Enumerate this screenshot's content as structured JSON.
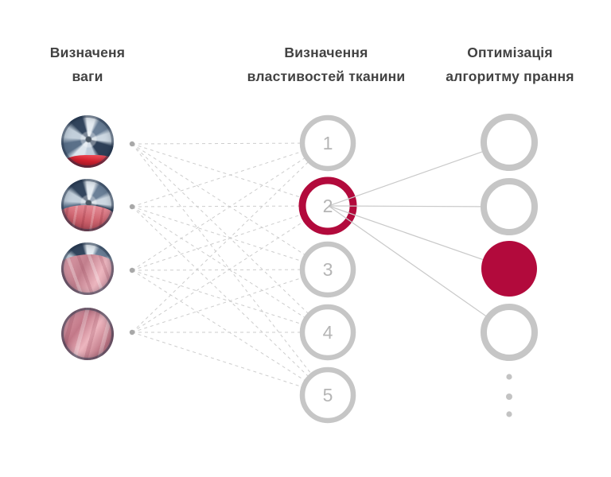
{
  "colors": {
    "accent": "#b20a3c",
    "ring": "#c6c6c6",
    "dash": "#cdcdcd",
    "line": "#c9c9c9",
    "number": "#b5b5b5",
    "heading": "#424242",
    "dot": "#a8a8a8",
    "ellipsis": "#c3c3c3"
  },
  "columns": [
    {
      "id": "weight",
      "title_lines": [
        "Визначеня",
        "ваги"
      ]
    },
    {
      "id": "fabric",
      "title_lines": [
        "Визначення",
        "властивостей тканини"
      ]
    },
    {
      "id": "optimize",
      "title_lines": [
        "Оптимізація",
        "алгоритму прання"
      ]
    }
  ],
  "input_photos": [
    {
      "depicts": "drum-photo-small-red-cloth",
      "fabric_coverage": "low"
    },
    {
      "depicts": "drum-photo-half-rose-cloth",
      "fabric_coverage": "medium"
    },
    {
      "depicts": "drum-photo-mostly-pink-cloth",
      "fabric_coverage": "high"
    },
    {
      "depicts": "pink-fabric-full",
      "fabric_coverage": "full"
    }
  ],
  "hidden_nodes": [
    {
      "label": "1",
      "active": false
    },
    {
      "label": "2",
      "active": true
    },
    {
      "label": "3",
      "active": false
    },
    {
      "label": "4",
      "active": false
    },
    {
      "label": "5",
      "active": false
    }
  ],
  "output_nodes": [
    {
      "active": false
    },
    {
      "active": false
    },
    {
      "active": true
    },
    {
      "active": false
    }
  ],
  "more_nodes_indicator": {
    "dot_count": 3
  }
}
